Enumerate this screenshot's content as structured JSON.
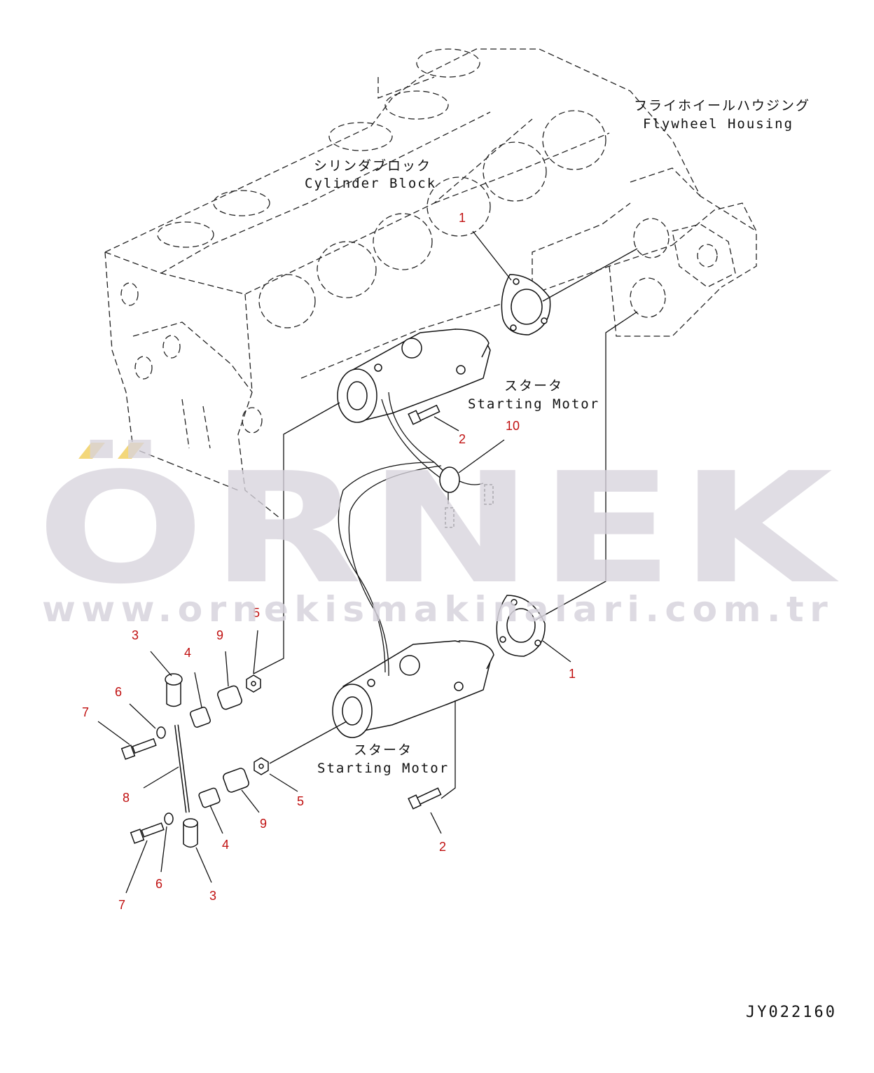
{
  "labels": {
    "cylinder_block_jp": "シリンダブロック",
    "cylinder_block_en": "Cylinder Block",
    "flywheel_housing_jp": "フライホイールハウジング",
    "flywheel_housing_en": "Flywheel Housing",
    "starter_top_jp": "スタータ",
    "starter_top_en": "Starting Motor",
    "starter_bottom_jp": "スタータ",
    "starter_bottom_en": "Starting Motor"
  },
  "callouts": {
    "c1_top": "1",
    "c1_bottom": "1",
    "c2_top": "2",
    "c2_bottom": "2",
    "c3_top": "3",
    "c3_bottom": "3",
    "c4_top": "4",
    "c4_bottom": "4",
    "c5_top": "5",
    "c5_bottom": "5",
    "c6_top": "6",
    "c6_bottom": "6",
    "c7_top": "7",
    "c7_bottom": "7",
    "c8": "8",
    "c9_top": "9",
    "c9_bottom": "9",
    "c10": "10"
  },
  "watermark": {
    "brand": "ÖRNEK",
    "url": "www.ornekismakinalari.com.tr",
    "accent_color": "#f3d77a"
  },
  "drawing_number": "JY022160"
}
